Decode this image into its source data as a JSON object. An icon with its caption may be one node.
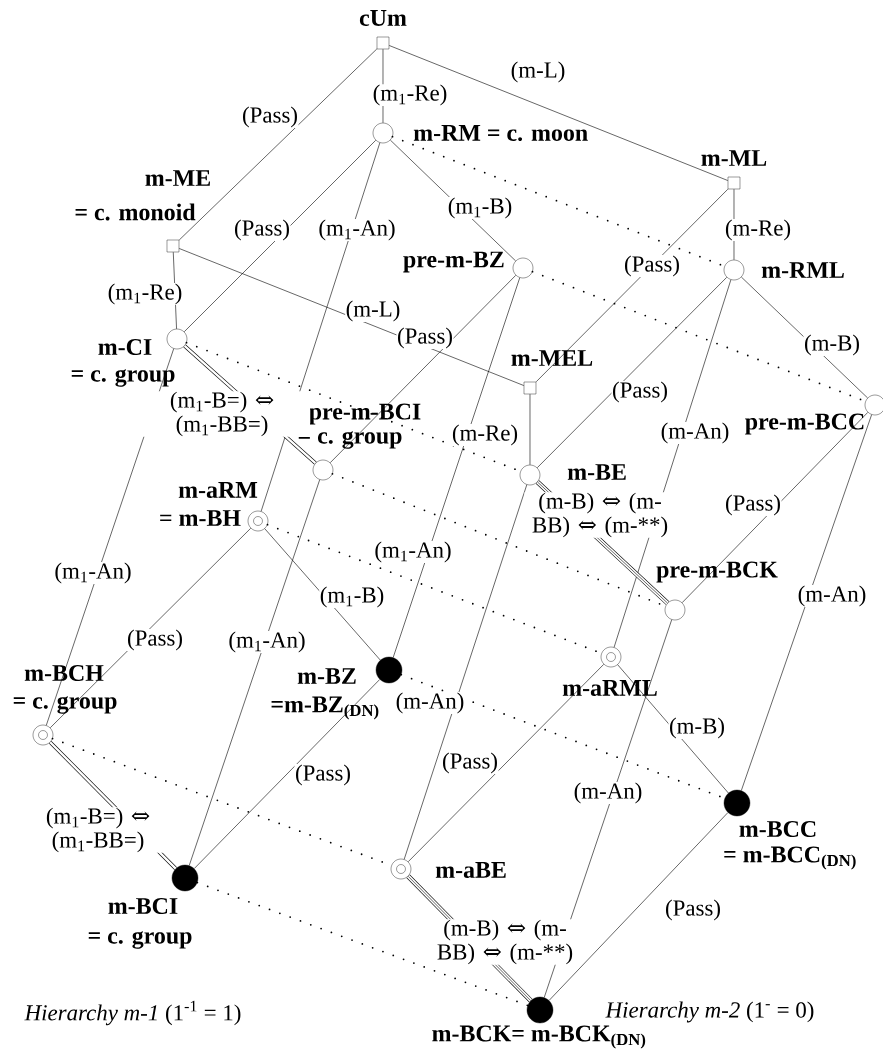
{
  "diagram": {
    "nodes": [
      {
        "text": [
          "cUm"
        ]
      },
      {
        "text": [
          "m-RM = c. moon"
        ]
      },
      {
        "text": [
          "m-ML"
        ]
      },
      {
        "text": [
          "m-ME",
          "= c. monoid"
        ]
      },
      {
        "text": [
          "pre-m-BZ"
        ]
      },
      {
        "text": [
          "m-RML"
        ]
      },
      {
        "text": [
          "m-CI",
          "= c. group"
        ]
      },
      {
        "text": [
          "m-MEL"
        ]
      },
      {
        "text": [
          "pre-m-BCC"
        ]
      },
      {
        "text": [
          "pre-m-BCI",
          "= c. group"
        ]
      },
      {
        "text": [
          "m-BE"
        ]
      },
      {
        "text": [
          "m-aRM",
          "= m-BH"
        ]
      },
      {
        "text": [
          "pre-m-BCK"
        ]
      },
      {
        "text": [
          "m-aRML"
        ]
      },
      {
        "text": [
          "m-BZ",
          "=m-BZ$_{(DN)}$"
        ]
      },
      {
        "text": [
          "m-BCH",
          "= c. group"
        ]
      },
      {
        "text": [
          "m-BCC",
          "= m-BCC$_{(DN)}$"
        ]
      },
      {
        "text": [
          "m-aBE"
        ]
      },
      {
        "text": [
          "m-BCI",
          "= c. group"
        ]
      },
      {
        "text": [
          "m-BCK= m-BCK$_{(DN)}$"
        ]
      }
    ],
    "edges": [
      {
        "from": 0,
        "to": 1,
        "arrow": "none",
        "label": "(m$_{1}$-Re)"
      },
      {
        "from": 0,
        "to": 3,
        "arrow": "none",
        "label": "(Pass)"
      },
      {
        "from": 0,
        "to": 2,
        "arrow": "none",
        "label": "(m-L)"
      },
      {
        "from": 1,
        "to": 6,
        "arrow": "none",
        "label": "(Pass)"
      },
      {
        "from": 1,
        "to": 11,
        "arrow": "none",
        "label": "(m$_{1}$-An)"
      },
      {
        "from": 1,
        "to": 4,
        "arrow": "none",
        "label": "(m$_{1}$-B)"
      },
      {
        "from": 1,
        "to": 5,
        "arrow": "none",
        "style": "dashed"
      },
      {
        "from": 2,
        "to": 5,
        "arrow": "none",
        "label": "(m-Re)"
      },
      {
        "from": 2,
        "to": 7,
        "arrow": "none",
        "label": "(Pass)"
      },
      {
        "from": 3,
        "to": 6,
        "arrow": "none",
        "label": "(m$_{1}$-Re)"
      },
      {
        "from": 3,
        "to": 7,
        "arrow": "none",
        "label": "(m-L)"
      },
      {
        "from": 4,
        "to": 9,
        "arrow": "none",
        "label": "(Pass)"
      },
      {
        "from": 4,
        "to": 14,
        "arrow": "none",
        "label": "(m$_{1}$-An)"
      },
      {
        "from": 4,
        "to": 8,
        "arrow": "none",
        "style": "dashed"
      },
      {
        "from": 5,
        "to": 10,
        "arrow": "none",
        "label": "(Pass)"
      },
      {
        "from": 5,
        "to": 13,
        "arrow": "none",
        "label": "(m-An)"
      },
      {
        "from": 5,
        "to": 8,
        "arrow": "none",
        "label": "(m-B)"
      },
      {
        "from": 6,
        "to": 9,
        "arrow": "none",
        "style": "thick",
        "label": "(m$_{1}$-B=) ⇔ (m$_{1}$-BB=)"
      },
      {
        "from": 6,
        "to": 15,
        "arrow": "none",
        "label": "(m$_{1}$-An)"
      },
      {
        "from": 6,
        "to": 10,
        "arrow": "none",
        "style": "dashed"
      },
      {
        "from": 7,
        "to": 10,
        "arrow": "none",
        "label": "(m-Re)"
      },
      {
        "from": 8,
        "to": 12,
        "arrow": "none",
        "label": "(Pass)"
      },
      {
        "from": 8,
        "to": 16,
        "arrow": "none",
        "label": "(m-An)"
      },
      {
        "from": 9,
        "to": 18,
        "arrow": "none",
        "label": "(m$_{1}$-An)"
      },
      {
        "from": 9,
        "to": 12,
        "arrow": "none",
        "style": "dashed"
      },
      {
        "from": 10,
        "to": 12,
        "arrow": "none",
        "style": "thick",
        "label": "(m-B) ⇔ (m-BB) ⇔ (m-**)"
      },
      {
        "from": 10,
        "to": 17,
        "arrow": "none",
        "label": "(m-An)"
      },
      {
        "from": 11,
        "to": 15,
        "arrow": "none",
        "label": "(Pass)"
      },
      {
        "from": 11,
        "to": 14,
        "arrow": "none",
        "label": "(m$_{1}$-B)"
      },
      {
        "from": 11,
        "to": 13,
        "arrow": "none",
        "style": "dashed"
      },
      {
        "from": 12,
        "to": 19,
        "arrow": "none",
        "label": "(m-An)"
      },
      {
        "from": 13,
        "to": 17,
        "arrow": "none",
        "label": "(Pass)"
      },
      {
        "from": 13,
        "to": 16,
        "arrow": "none",
        "label": "(m-B)"
      },
      {
        "from": 14,
        "to": 18,
        "arrow": "none",
        "label": "(Pass)"
      },
      {
        "from": 14,
        "to": 16,
        "arrow": "none",
        "style": "dashed"
      },
      {
        "from": 15,
        "to": 18,
        "arrow": "none",
        "style": "thick",
        "label": "(m$_{1}$-B=) ⇔ (m$_{1}$-BB=)"
      },
      {
        "from": 15,
        "to": 17,
        "arrow": "none",
        "style": "dashed"
      },
      {
        "from": 16,
        "to": 19,
        "arrow": "none",
        "label": "(Pass)"
      },
      {
        "from": 17,
        "to": 19,
        "arrow": "none",
        "style": "thick",
        "label": "(m-B) ⇔ (m-BB) ⇔ (m-**)"
      },
      {
        "from": 18,
        "to": 19,
        "arrow": "none",
        "style": "dashed"
      }
    ],
    "labels": [
      "*Hierarchy m-1* (1$^{-1}$ = 1)",
      "*Hierarchy m-2* (1$^{-}$ = 0)"
    ]
  }
}
